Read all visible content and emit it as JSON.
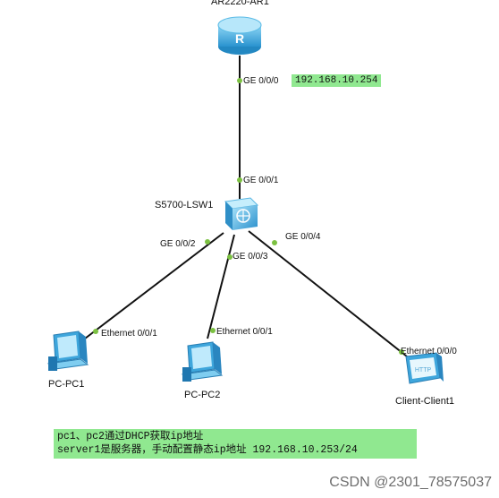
{
  "devices": {
    "router": {
      "name": "AR2220-AR1"
    },
    "switch": {
      "name": "S5700-LSW1"
    },
    "pc1": {
      "name": "PC-PC1"
    },
    "pc2": {
      "name": "PC-PC2"
    },
    "client": {
      "name": "Client-Client1",
      "badge": "HTTP"
    }
  },
  "interfaces": {
    "ar1_ge000": "GE 0/0/0",
    "lsw_ge001": "GE 0/0/1",
    "lsw_ge002": "GE 0/0/2",
    "lsw_ge003": "GE 0/0/3",
    "lsw_ge004": "GE 0/0/4",
    "pc1_eth": "Ethernet 0/0/1",
    "pc2_eth": "Ethernet 0/0/1",
    "client_eth": "Ethernet 0/0/0"
  },
  "ip_label": "192.168.10.254",
  "note": {
    "line1": "pc1、pc2通过DHCP获取ip地址",
    "line2": "server1是服务器，手动配置静态ip地址 192.168.10.253/24"
  },
  "watermark": "CSDN @2301_78575037",
  "colors": {
    "link": "#111111",
    "port_dot": "#7cc142",
    "note_bg": "#90e890",
    "device_blue": "#3ea6dc"
  }
}
